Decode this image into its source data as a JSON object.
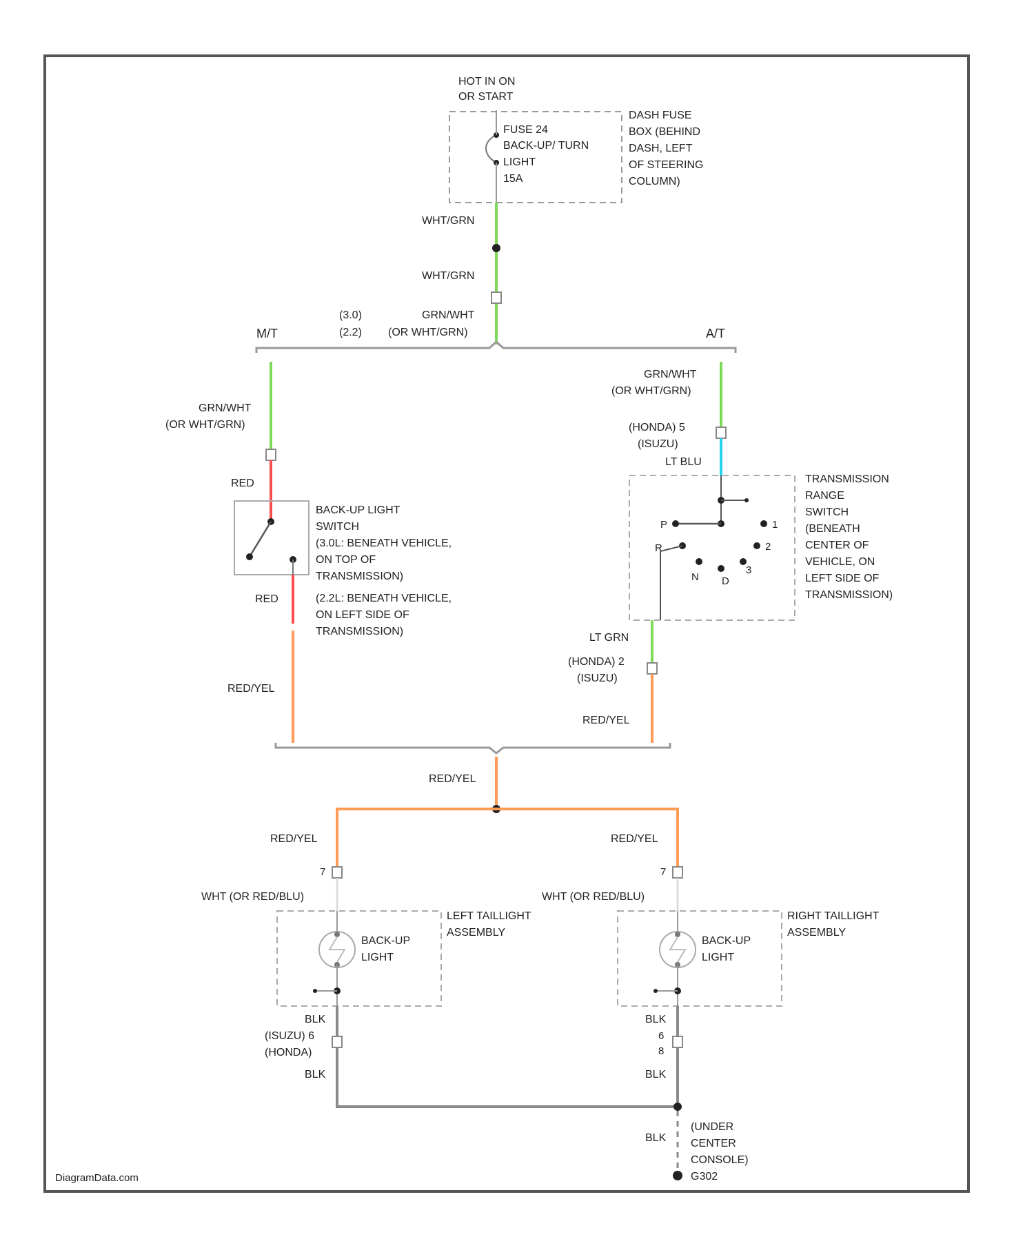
{
  "colors": {
    "wht_grn": "#7ed957",
    "lt_blu": "#22d3ee",
    "red": "#ff4d4d",
    "red_yel": "#ff9a57",
    "blk": "#8a8a8a",
    "frame": "#555555"
  },
  "diagram": {
    "fuse_box": {
      "power_label": [
        "HOT IN ON",
        "OR START"
      ],
      "fuse_label": [
        "FUSE 24",
        "BACK-UP/ TURN",
        "LIGHT",
        "15A"
      ],
      "location_label": [
        "DASH FUSE",
        "BOX (BEHIND",
        "DASH, LEFT",
        "OF STEERING",
        "COLUMN)"
      ]
    },
    "upper_wires": {
      "wire_1": "WHT/GRN",
      "wire_2": "WHT/GRN",
      "variant_a": "(3.0)",
      "variant_b": "(2.2)",
      "wire_3": "GRN/WHT",
      "wire_3_alt": "(OR WHT/GRN)"
    },
    "branches": {
      "mt": "M/T",
      "at": "A/T"
    },
    "mt_side": {
      "wire_top": "GRN/WHT",
      "wire_top_alt": "(OR WHT/GRN)",
      "wire_red_1": "RED",
      "switch_label": [
        "BACK-UP LIGHT",
        "SWITCH",
        "(3.0L: BENEATH VEHICLE,",
        "ON TOP OF",
        "TRANSMISSION)"
      ],
      "switch_label_2": [
        "(2.2L: BENEATH VEHICLE,",
        "ON LEFT SIDE OF",
        "TRANSMISSION)"
      ],
      "wire_red_2": "RED",
      "wire_bottom": "RED/YEL"
    },
    "at_side": {
      "wire_top": "GRN/WHT",
      "wire_top_alt": "(OR WHT/GRN)",
      "connector_top": [
        "(HONDA) 5",
        "(ISUZU)"
      ],
      "wire_lt_blu": "LT BLU",
      "switch_label": [
        "TRANSMISSION",
        "RANGE",
        "SWITCH",
        "(BENEATH",
        "CENTER OF",
        "VEHICLE, ON",
        "LEFT SIDE OF",
        "TRANSMISSION)"
      ],
      "positions": [
        "P",
        "R",
        "N",
        "D",
        "3",
        "2",
        "1"
      ],
      "wire_lt_grn": "LT GRN",
      "connector_bottom": [
        "(HONDA) 2",
        "(ISUZU)"
      ],
      "wire_bottom": "RED/YEL"
    },
    "lower": {
      "wire_common": "RED/YEL",
      "left_wire": "RED/YEL",
      "right_wire": "RED/YEL",
      "left_pin": "7",
      "right_pin": "7",
      "left_wht": "WHT (OR RED/BLU)",
      "right_wht": "WHT (OR RED/BLU)",
      "left_assembly": [
        "LEFT TAILLIGHT",
        "ASSEMBLY"
      ],
      "right_assembly": [
        "RIGHT TAILLIGHT",
        "ASSEMBLY"
      ],
      "left_bulb": [
        "BACK-UP",
        "LIGHT"
      ],
      "right_bulb": [
        "BACK-UP",
        "LIGHT"
      ],
      "left_blk_1": "BLK",
      "left_connector": [
        "(ISUZU) 6",
        "(HONDA)"
      ],
      "left_blk_2": "BLK",
      "right_blk_1": "BLK",
      "right_connector": [
        "6",
        "8"
      ],
      "right_blk_2": "BLK",
      "ground_wire": "BLK",
      "ground_label": [
        "(UNDER",
        "CENTER",
        "CONSOLE)",
        "G302"
      ]
    },
    "watermark": "DiagramData.com"
  }
}
